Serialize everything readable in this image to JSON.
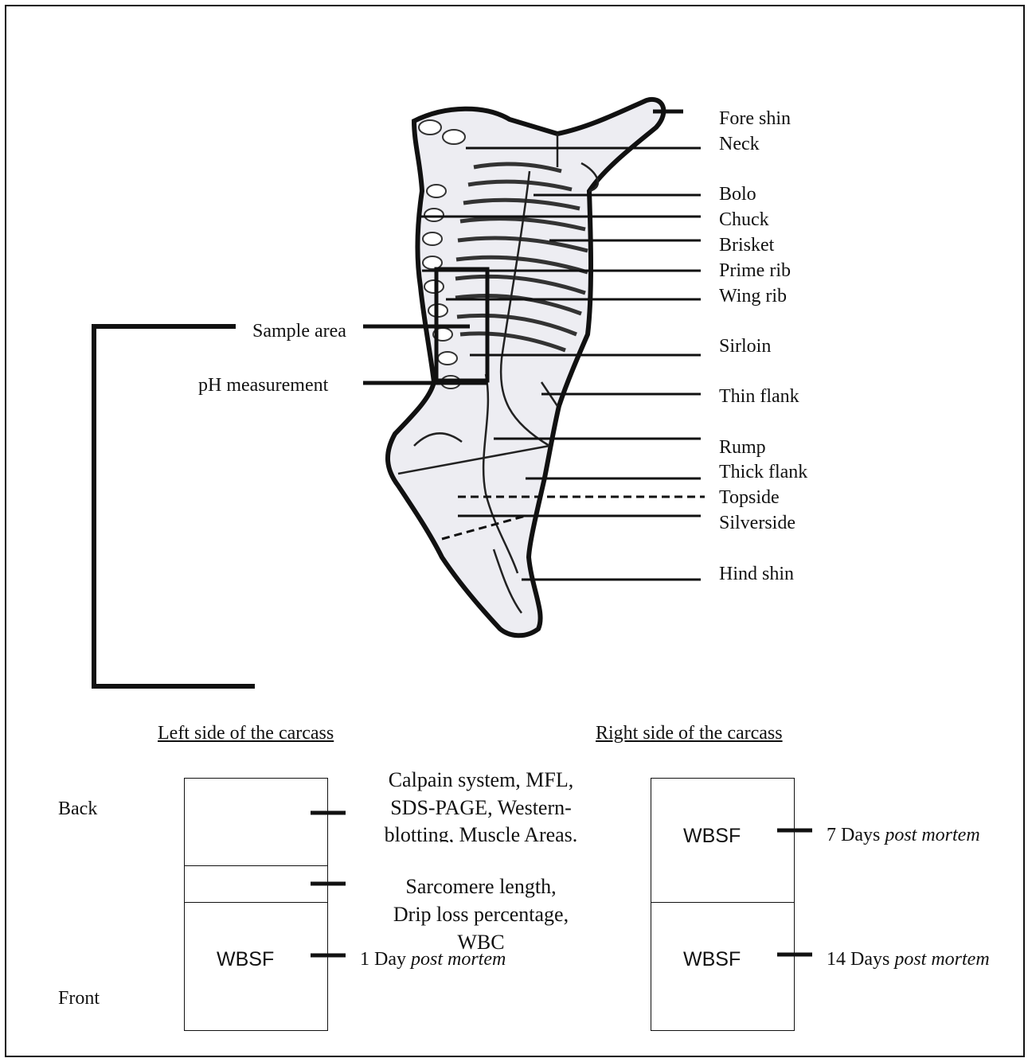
{
  "diagram": {
    "cut_labels": [
      "Fore shin",
      "Neck",
      "Bolo",
      "Chuck",
      "Brisket",
      "Prime rib",
      "Wing rib",
      "Sirloin",
      "Thin flank",
      "Rump",
      "Thick flank",
      "Topside",
      "Silverside",
      "Hind shin"
    ],
    "sample_area_label": "Sample area",
    "ph_label": "pH measurement",
    "left_side_heading": "Left side of the carcass",
    "right_side_heading": "Right side of the carcass",
    "back_label": "Back",
    "front_label": "Front",
    "left_block": {
      "top_section_text": "Calpain system, MFL, SDS-PAGE, Western-blotting, Muscle Areas.",
      "top_line1": "Calpain system, MFL,",
      "top_line2": "SDS-PAGE, Western-",
      "top_line3": "blotting, Muscle Areas.",
      "middle_line1": "Sarcomere length,",
      "middle_line2": "Drip loss percentage,",
      "middle_line3": "WBC",
      "bottom_box_label": "WBSF",
      "bottom_note_prefix": "1 Day ",
      "bottom_note_italic": "post mortem"
    },
    "right_block": {
      "top_box_label": "WBSF",
      "top_note_prefix": "7 Days ",
      "top_note_italic": "post mortem",
      "bottom_box_label": "WBSF",
      "bottom_note_prefix": "14 Days ",
      "bottom_note_italic": "post mortem"
    }
  }
}
